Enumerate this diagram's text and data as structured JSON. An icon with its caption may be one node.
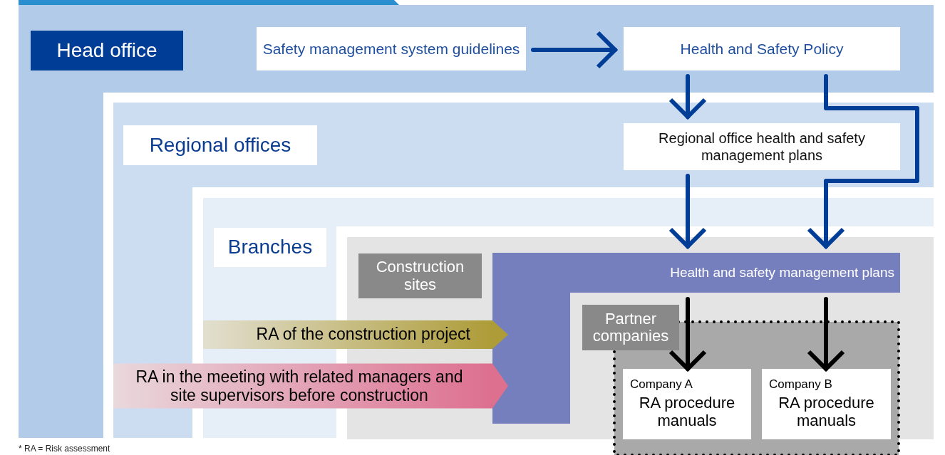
{
  "diagram": {
    "nodes": [
      {
        "text": [
          "Head office"
        ]
      },
      {
        "text": [
          "Safety management system guidelines"
        ],
        "in": 0
      },
      {
        "text": [
          "Health and Safety Policy"
        ],
        "in": 0
      },
      {
        "text": [
          "Regional offices"
        ],
        "in": 0
      },
      {
        "text": [
          "Regional office health and safety management plans"
        ],
        "in": 3
      },
      {
        "text": [
          "Branches"
        ],
        "in": 3
      },
      {
        "text": [
          "Construction sites"
        ],
        "in": 5
      },
      {
        "text": [
          "Health and safety management plans"
        ],
        "in": 6
      },
      {
        "text": [
          "Partner companies"
        ]
      },
      {
        "text": [
          "Company A",
          "RA procedure manuals"
        ],
        "in": 8
      },
      {
        "text": [
          "Company B",
          "RA procedure manuals"
        ],
        "in": 8
      }
    ],
    "edges": [
      {
        "from": 1,
        "to": 2,
        "arrow": "to"
      },
      {
        "from": 2,
        "to": 4,
        "arrow": "to"
      },
      {
        "from": 2,
        "to": 7,
        "arrow": "to"
      },
      {
        "from": 4,
        "to": 7,
        "arrow": "to"
      },
      {
        "from": 7,
        "to": 9,
        "arrow": "to",
        "color": "#000000"
      },
      {
        "from": 7,
        "to": 10,
        "arrow": "to",
        "color": "#000000"
      },
      {
        "from": null,
        "to": 7,
        "arrow": "to",
        "label": "RA of the construction project",
        "style": "thick",
        "color": "#ad9c38"
      },
      {
        "from": null,
        "to": 7,
        "arrow": "to",
        "label": "RA in the meeting with related managers and site supervisors before construction",
        "style": "thick",
        "color": "#dd6f8f"
      }
    ],
    "labels": [
      "* RA = Risk assessment"
    ]
  }
}
